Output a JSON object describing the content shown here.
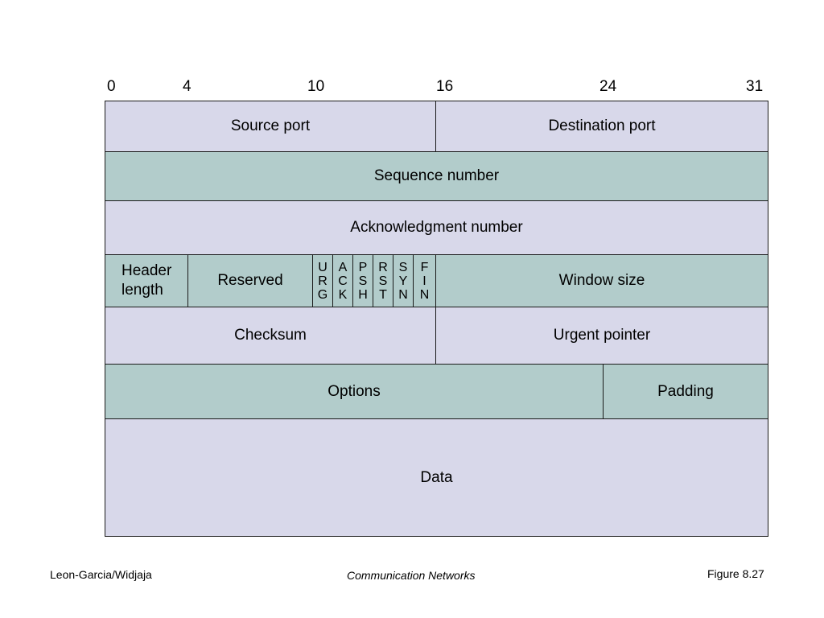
{
  "bit_positions": [
    "0",
    "4",
    "10",
    "16",
    "24",
    "31"
  ],
  "fields": {
    "source_port": "Source port",
    "destination_port": "Destination port",
    "sequence_number": "Sequence number",
    "acknowledgment_number": "Acknowledgment number",
    "header_length_line1": "Header",
    "header_length_line2": "length",
    "reserved": "Reserved",
    "window_size": "Window size",
    "checksum": "Checksum",
    "urgent_pointer": "Urgent pointer",
    "options": "Options",
    "padding": "Padding",
    "data": "Data"
  },
  "flags": [
    [
      "U",
      "R",
      "G"
    ],
    [
      "A",
      "C",
      "K"
    ],
    [
      "P",
      "S",
      "H"
    ],
    [
      "R",
      "S",
      "T"
    ],
    [
      "S",
      "Y",
      "N"
    ],
    [
      "F",
      "I",
      "N"
    ]
  ],
  "footer": {
    "authors": "Leon-Garcia/Widjaja",
    "book": "Communication Networks",
    "figure": "Figure 8.27"
  },
  "colors": {
    "lavender": "#d8d8ea",
    "teal": "#b2cccb",
    "border": "#1a1a1a"
  }
}
